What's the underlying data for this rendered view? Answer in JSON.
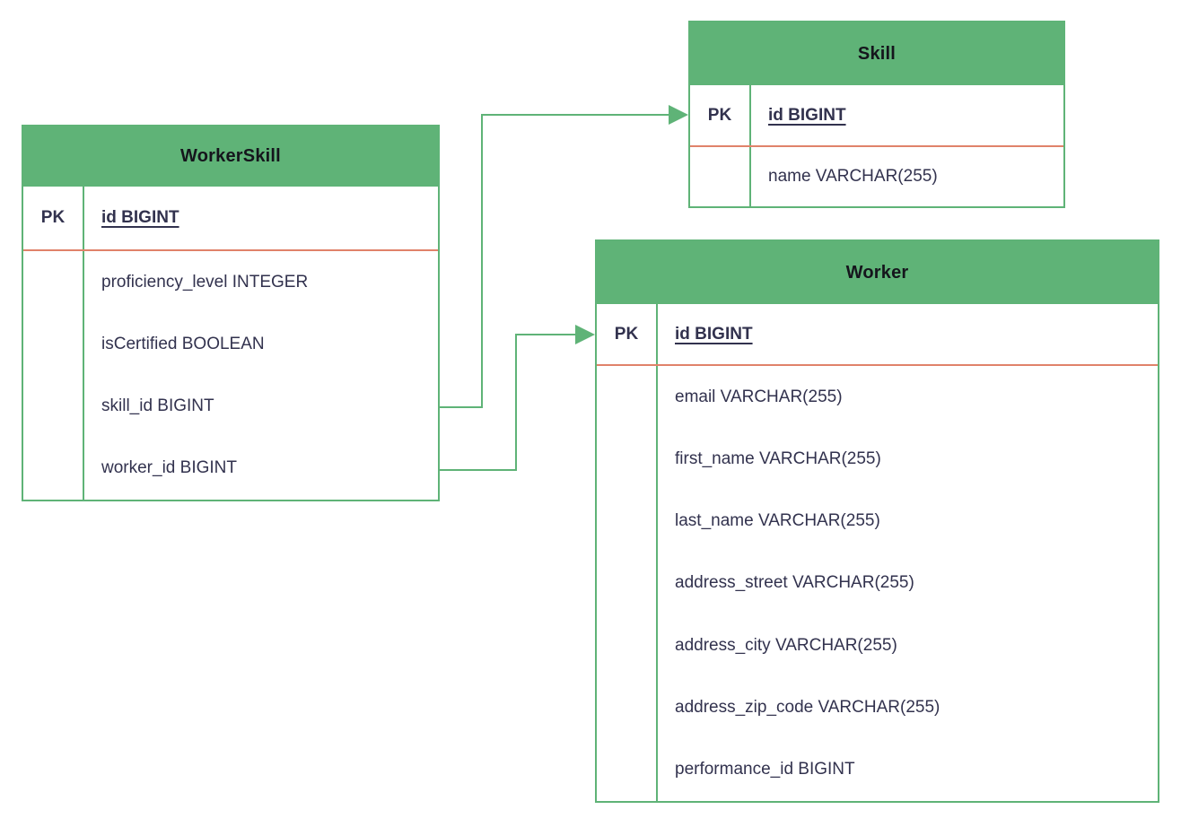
{
  "diagram": {
    "type": "entity-relationship",
    "colors": {
      "header_fill": "#5fb377",
      "border": "#5fb377",
      "pk_divider": "#e0826a",
      "text": "#32324e",
      "connector": "#5fb377",
      "background": "#ffffff"
    },
    "entities": [
      {
        "title": "WorkerSkill",
        "pk_label": "PK",
        "pk_field": "id BIGINT",
        "fields": [
          "proficiency_level INTEGER",
          "isCertified BOOLEAN",
          "skill_id BIGINT",
          "worker_id BIGINT"
        ]
      },
      {
        "title": "Skill",
        "pk_label": "PK",
        "pk_field": "id BIGINT",
        "fields": [
          "name VARCHAR(255)"
        ]
      },
      {
        "title": "Worker",
        "pk_label": "PK",
        "pk_field": "id BIGINT",
        "fields": [
          "email VARCHAR(255)",
          "first_name VARCHAR(255)",
          "last_name VARCHAR(255)",
          "address_street VARCHAR(255)",
          "address_city VARCHAR(255)",
          "address_zip_code VARCHAR(255)",
          "performance_id BIGINT"
        ]
      }
    ],
    "relationships": [
      {
        "from": "WorkerSkill.skill_id",
        "to": "Skill.id"
      },
      {
        "from": "WorkerSkill.worker_id",
        "to": "Worker.id"
      }
    ]
  }
}
